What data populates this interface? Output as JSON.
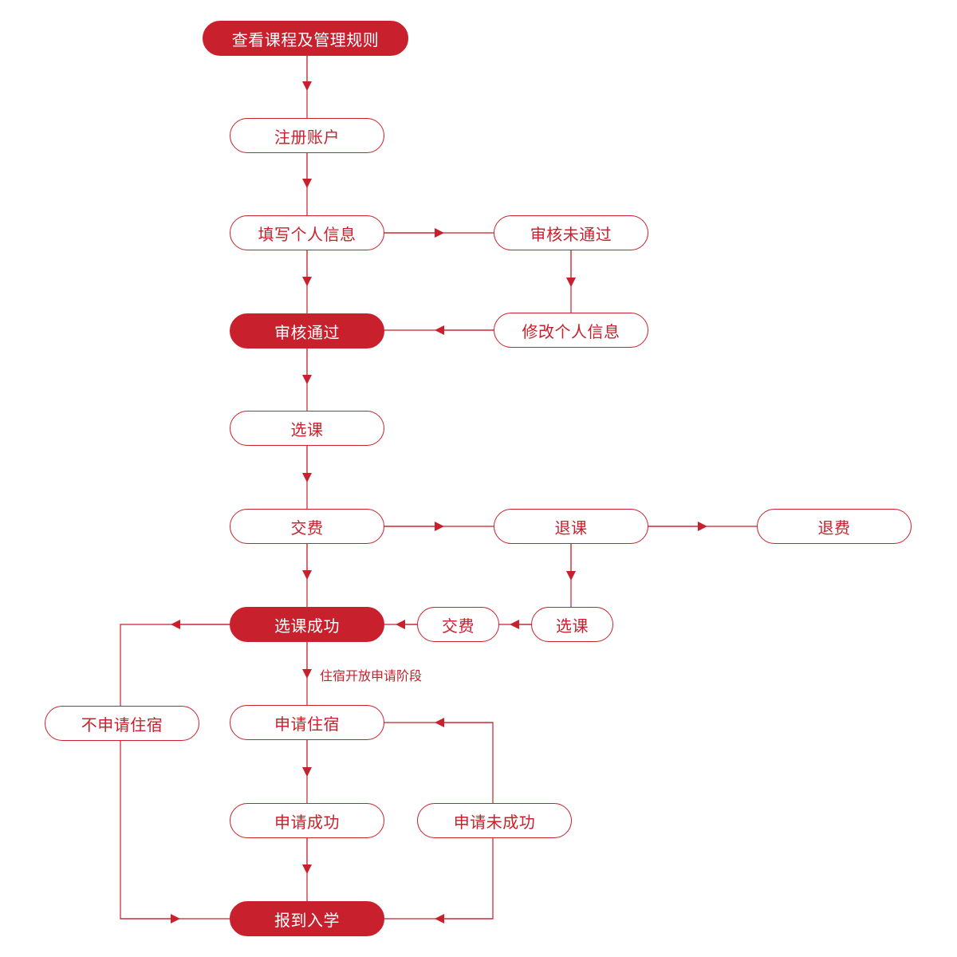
{
  "colors": {
    "accent": "#c8202c",
    "background": "#ffffff"
  },
  "nodes": {
    "view_rules": "查看课程及管理规则",
    "register": "注册账户",
    "fill_info": "填写个人信息",
    "review_failed": "审核未通过",
    "modify_info": "修改个人信息",
    "review_passed": "审核通过",
    "select_course": "选课",
    "pay": "交费",
    "drop_course": "退课",
    "refund": "退费",
    "select_course_again": "选课",
    "pay_again": "交费",
    "enroll_success": "选课成功",
    "no_housing": "不申请住宿",
    "apply_housing": "申请住宿",
    "apply_success": "申请成功",
    "apply_failed": "申请未成功",
    "report_enroll": "报到入学"
  },
  "edge_labels": {
    "housing_phase": "住宿开放申请阶段"
  }
}
